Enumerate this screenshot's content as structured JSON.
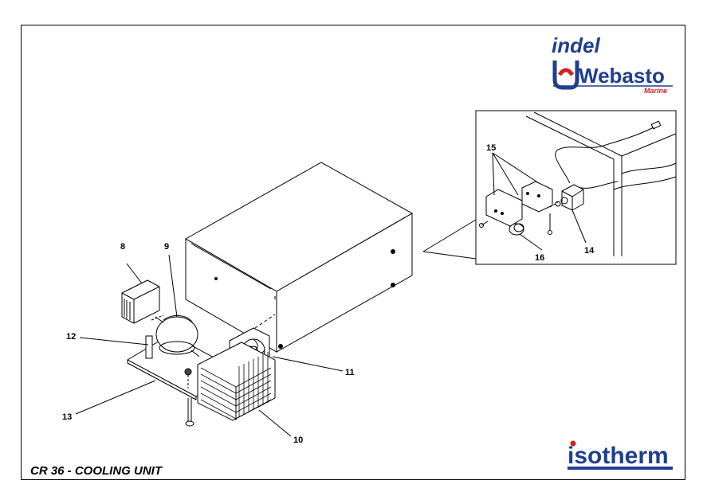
{
  "title": "CR 36 - COOLING UNIT",
  "brands": {
    "indel": "indel",
    "webasto": "Webasto",
    "webasto_sub": "Marine",
    "isotherm": "isotherm"
  },
  "colors": {
    "brand_blue": "#1f3f8f",
    "brand_red": "#d62020",
    "line": "#000000"
  },
  "callouts": [
    "8",
    "9",
    "10",
    "11",
    "12",
    "13",
    "14",
    "15",
    "16"
  ]
}
